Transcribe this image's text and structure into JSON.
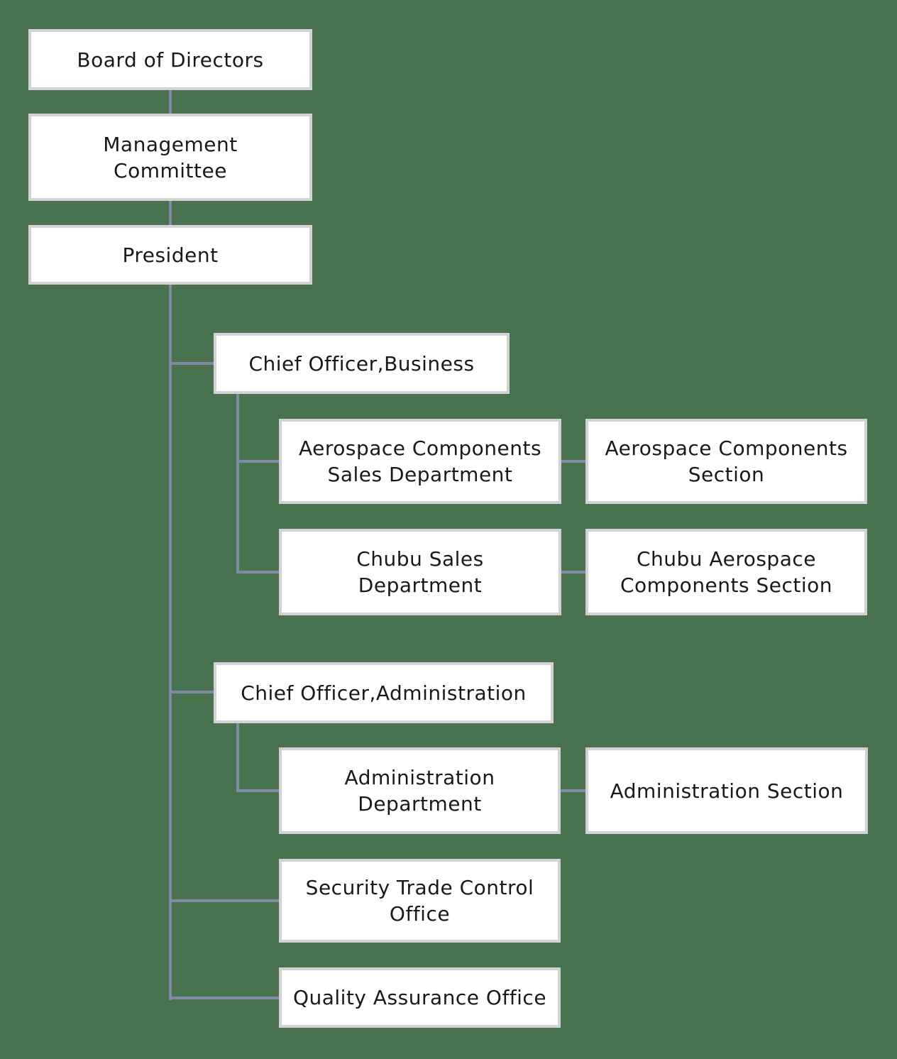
{
  "colors": {
    "background": "#48714e",
    "box_fill": "#ffffff",
    "box_border": "#d2d2d2",
    "connector_line": "#7f89a4",
    "text": "#191919"
  },
  "nodes": [
    {
      "label": "Board of Directors"
    },
    {
      "label": "Management\nCommittee"
    },
    {
      "label": "President"
    },
    {
      "label": "Chief Officer,Business"
    },
    {
      "label": "Aerospace Components\nSales Department"
    },
    {
      "label": "Aerospace Components\nSection"
    },
    {
      "label": "Chubu Sales\nDepartment"
    },
    {
      "label": "Chubu Aerospace\nComponents Section"
    },
    {
      "label": "Chief Officer,Administration"
    },
    {
      "label": "Administration\nDepartment"
    },
    {
      "label": "Administration Section"
    },
    {
      "label": "Security Trade Control\nOffice"
    },
    {
      "label": "Quality Assurance Office"
    }
  ]
}
